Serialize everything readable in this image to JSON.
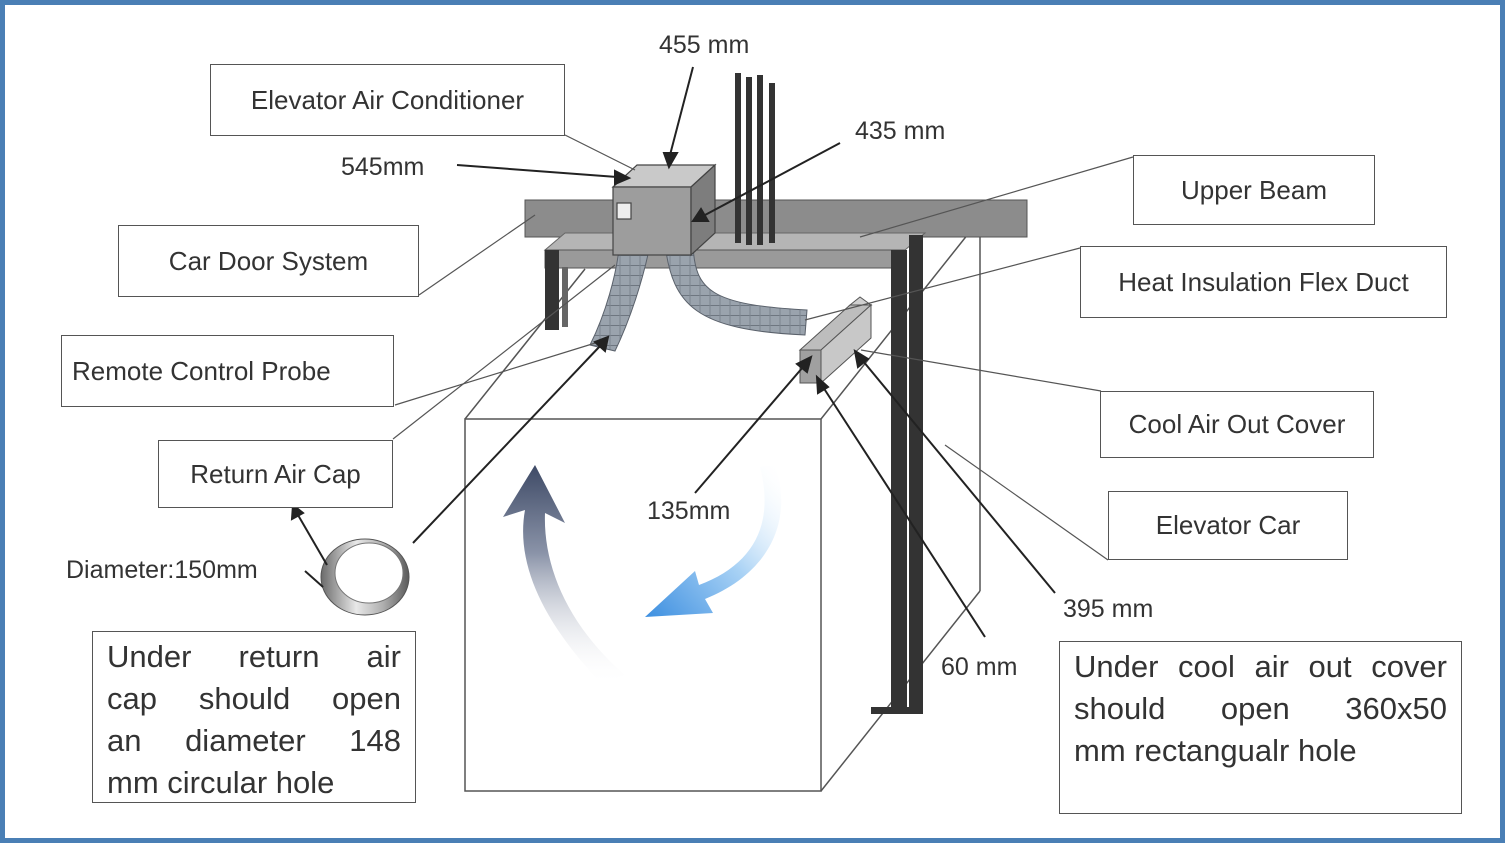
{
  "labels": {
    "elevator_air_conditioner": "Elevator Air Conditioner",
    "upper_beam": "Upper Beam",
    "car_door_system": "Car Door System",
    "heat_insulation_flex_duct": "Heat Insulation Flex Duct",
    "remote_control_probe": "Remote Control Probe",
    "cool_air_out_cover": "Cool Air Out Cover",
    "return_air_cap": "Return Air Cap",
    "elevator_car": "Elevator Car"
  },
  "dimensions": {
    "d455": "455 mm",
    "d545": "545mm",
    "d435": "435 mm",
    "d135": "135mm",
    "d150": "Diameter:150mm",
    "d395": "395 mm",
    "d60": "60 mm"
  },
  "notes": {
    "return_air": [
      "Under return air",
      "cap should open",
      "an diameter 148",
      "mm circular hole"
    ],
    "cool_air": [
      "Under cool air out cover",
      "should open 360x50",
      "mm rectangualr hole"
    ]
  },
  "colors": {
    "frame_border": "#4a7fb5",
    "cool_arrow": "#3d8fe0",
    "return_arrow": "#3e4a66",
    "beam": "#8a8a8a"
  }
}
